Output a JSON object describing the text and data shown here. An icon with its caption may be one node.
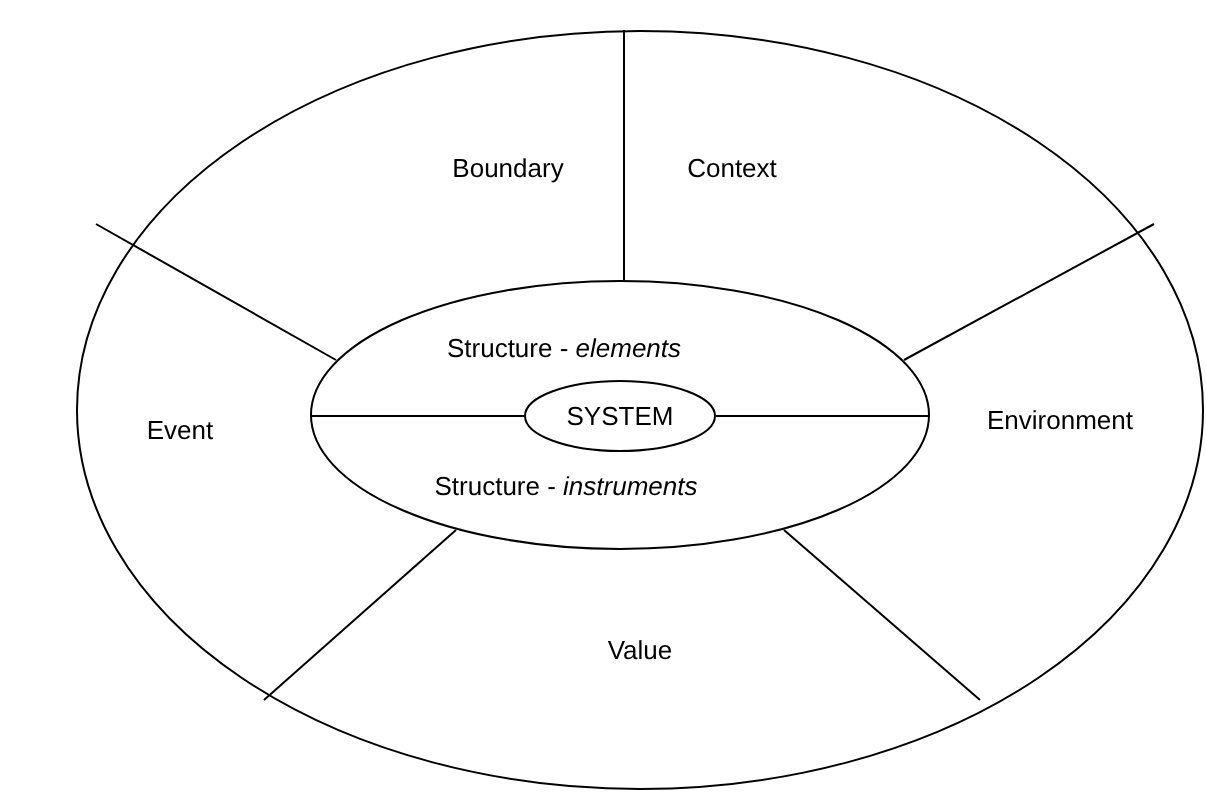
{
  "diagram": {
    "nodes": [
      {
        "text": [
          "Boundary",
          "Context",
          "Event",
          "Environment",
          "Value"
        ]
      },
      {
        "text": [
          "Structure - *elements*",
          "Structure - *instruments*"
        ],
        "in": 0
      },
      {
        "text": [
          "SYSTEM"
        ],
        "in": 1
      }
    ]
  }
}
